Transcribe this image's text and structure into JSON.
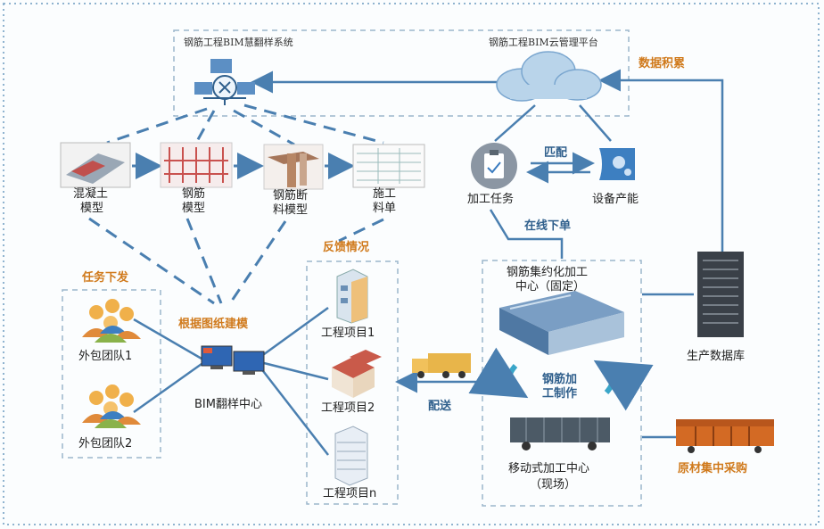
{
  "system": {
    "flip_system": "钢筋工程BIM慧翻样系统",
    "cloud_platform": "钢筋工程BIM云管理平台"
  },
  "flow_labels": {
    "data_accumulation": "数据积累",
    "match": "匹配",
    "online_order": "在线下单",
    "feedback": "反馈情况",
    "task_dispatch": "任务下发",
    "modeling_by_drawing": "根据图纸建模",
    "delivery": "配送"
  },
  "models": {
    "concrete_line1": "混凝土",
    "concrete_line2": "模型",
    "rebar_line1": "钢筋",
    "rebar_line2": "模型",
    "cut_line1": "钢筋断",
    "cut_line2": "料模型",
    "sheet_line1": "施工",
    "sheet_line2": "料单"
  },
  "center": {
    "task": "加工任务",
    "capacity": "设备产能",
    "bim_center": "BIM翻样中心",
    "team1": "外包团队1",
    "team2": "外包团队2"
  },
  "projects": {
    "p1": "工程项目1",
    "p2": "工程项目2",
    "pn": "工程项目n"
  },
  "factory": {
    "fixed_line1": "钢筋集约化加工",
    "fixed_line2": "中心（固定）",
    "make_line1": "钢筋加",
    "make_line2": "工制作",
    "mobile_line1": "移动式加工中心",
    "mobile_line2": "（现场）"
  },
  "right": {
    "db": "生产数据库",
    "purchase": "原材集中采购"
  },
  "colors": {
    "line_blue": "#4a7fb0",
    "label_orange": "#d07a1c",
    "label_blue": "#2f5f8c",
    "frame_blue": "#9bb6cc"
  }
}
